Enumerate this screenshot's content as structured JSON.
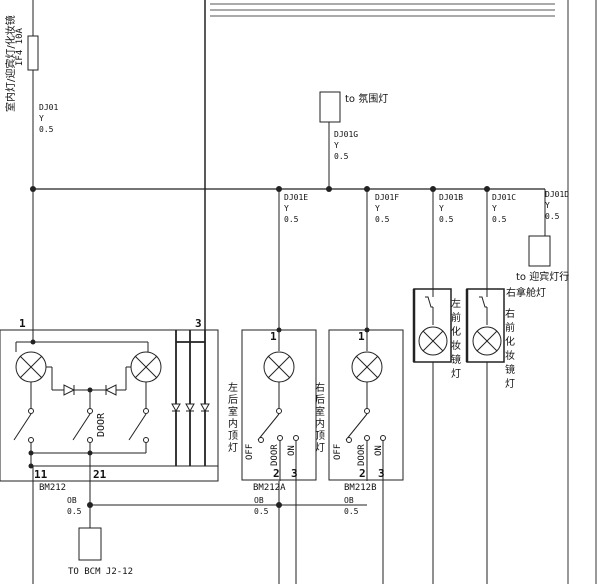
{
  "supply": {
    "vertical_label": "室内灯/迎宾灯/化妆镜",
    "fuse_label": "IF4 10A",
    "wire": {
      "code": "DJ01",
      "color": "Y",
      "gauge": "0.5"
    }
  },
  "ambient": {
    "label": "to 氛围灯",
    "wire": {
      "code": "DJ01G",
      "color": "Y",
      "gauge": "0.5"
    }
  },
  "branches": [
    {
      "code": "DJ01E",
      "color": "Y",
      "gauge": "0.5"
    },
    {
      "code": "DJ01F",
      "color": "Y",
      "gauge": "0.5"
    },
    {
      "code": "DJ01B",
      "color": "Y",
      "gauge": "0.5"
    },
    {
      "code": "DJ01C",
      "color": "Y",
      "gauge": "0.5"
    },
    {
      "code": "DJ01D",
      "color": "Y",
      "gauge": "0.5"
    }
  ],
  "welcome": {
    "label": "to 迎宾灯行"
  },
  "vanity_left": {
    "label": "左前化妆镜灯"
  },
  "vanity_right": {
    "label": "右前化妆镜灯",
    "top_label": "右拿舱灯"
  },
  "bm212": {
    "name": "BM212",
    "pin_top_left": "1",
    "pin_top_right": "3",
    "pin_bottom_left": "11",
    "pin_bottom_mid": "21",
    "door_label": "DOOR",
    "wire": {
      "code": "OB",
      "gauge": "0.5"
    },
    "bcm_label": "TO BCM J2-12"
  },
  "bm212a": {
    "name": "BM212A",
    "side_label": "左后室内顶灯",
    "pin_top": "1",
    "pin_2": "2",
    "pin_3": "3",
    "switch": {
      "off": "OFF",
      "door": "DOOR",
      "on": "ON"
    },
    "wire": {
      "code": "OB",
      "gauge": "0.5"
    }
  },
  "bm212b": {
    "name": "BM212B",
    "side_label": "右后室内顶灯",
    "pin_top": "1",
    "pin_2": "2",
    "pin_3": "3",
    "switch": {
      "off": "OFF",
      "door": "DOOR",
      "on": "ON"
    },
    "wire": {
      "code": "OB",
      "gauge": "0.5"
    }
  }
}
